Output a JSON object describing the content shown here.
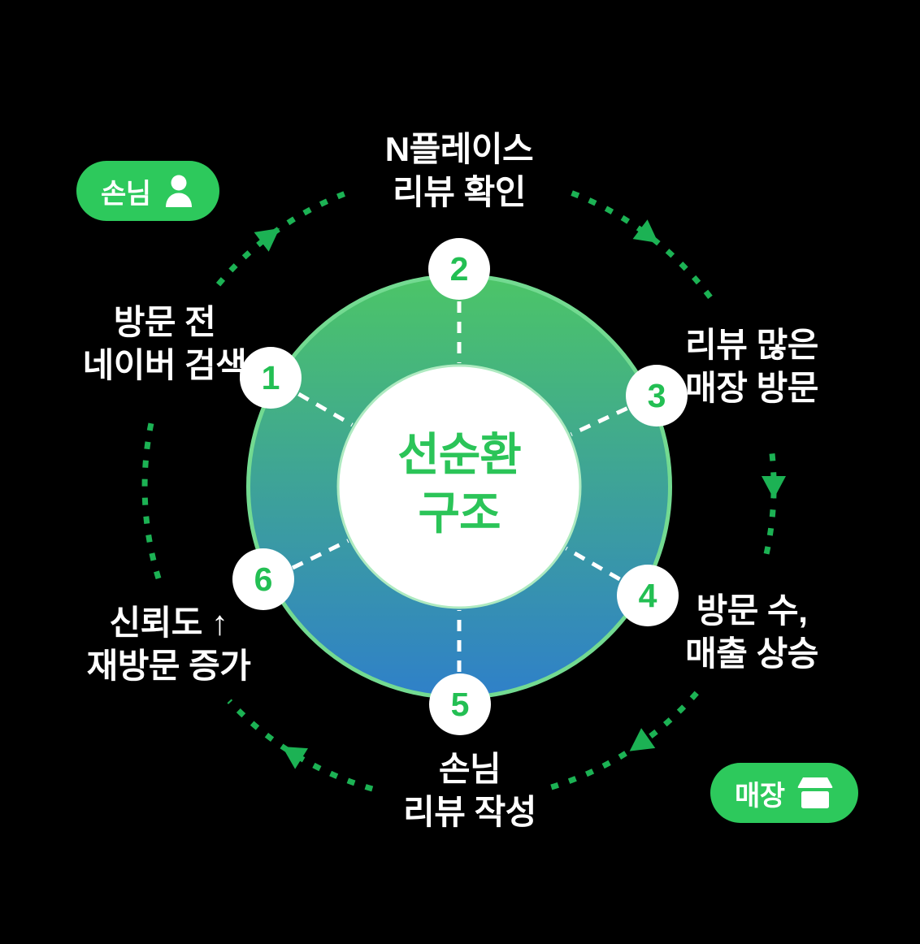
{
  "title": {
    "line1": "선순환",
    "line2": "구조"
  },
  "badges": {
    "customer": {
      "label": "손님",
      "icon": "person-icon"
    },
    "store": {
      "label": "매장",
      "icon": "store-icon"
    }
  },
  "steps": [
    {
      "number": "1",
      "label_line1": "방문 전",
      "label_line2": "네이버 검색"
    },
    {
      "number": "2",
      "label_line1": "N플레이스",
      "label_line2": "리뷰 확인"
    },
    {
      "number": "3",
      "label_line1": "리뷰 많은",
      "label_line2": "매장 방문"
    },
    {
      "number": "4",
      "label_line1": "방문 수,",
      "label_line2": "매출 상승"
    },
    {
      "number": "5",
      "label_line1": "손님",
      "label_line2": "리뷰 작성"
    },
    {
      "number": "6",
      "label_line1": "신뢰도 ↑",
      "label_line2": "재방문 증가"
    }
  ],
  "colors": {
    "background": "#000000",
    "brand_green": "#2BC458",
    "arrow_green": "#1CB254",
    "badge_green": "#2DC95C",
    "ring_top": "#4CC567",
    "ring_bottom": "#2F80C9",
    "ring_edge": "#73DA91",
    "text_white": "#FFFFFF"
  }
}
